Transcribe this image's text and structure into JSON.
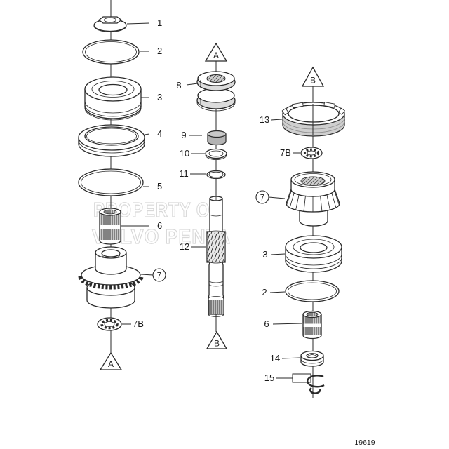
{
  "diagram": {
    "title": "exploded-parts-diagram",
    "drawing_number": "19619",
    "watermark": {
      "line1": "PROPERTY OF",
      "line2": "VOLVO PENTA"
    },
    "markers": {
      "a": "A",
      "b": "B"
    },
    "labels": {
      "n1": "1",
      "n2": "2",
      "n3": "3",
      "n4": "4",
      "n5": "5",
      "n6": "6",
      "n7": "7",
      "n7b": "7B",
      "n8": "8",
      "n9": "9",
      "n10": "10",
      "n11": "11",
      "n12": "12",
      "n13": "13",
      "n14": "14",
      "n15": "15"
    },
    "colors": {
      "line": "#2a2a2a",
      "shade_light": "#dcdcdc",
      "shade_mid": "#c9c9c9",
      "shade_dark": "#b3b3b3",
      "watermark": "#d8d8d8",
      "background": "#ffffff"
    }
  }
}
